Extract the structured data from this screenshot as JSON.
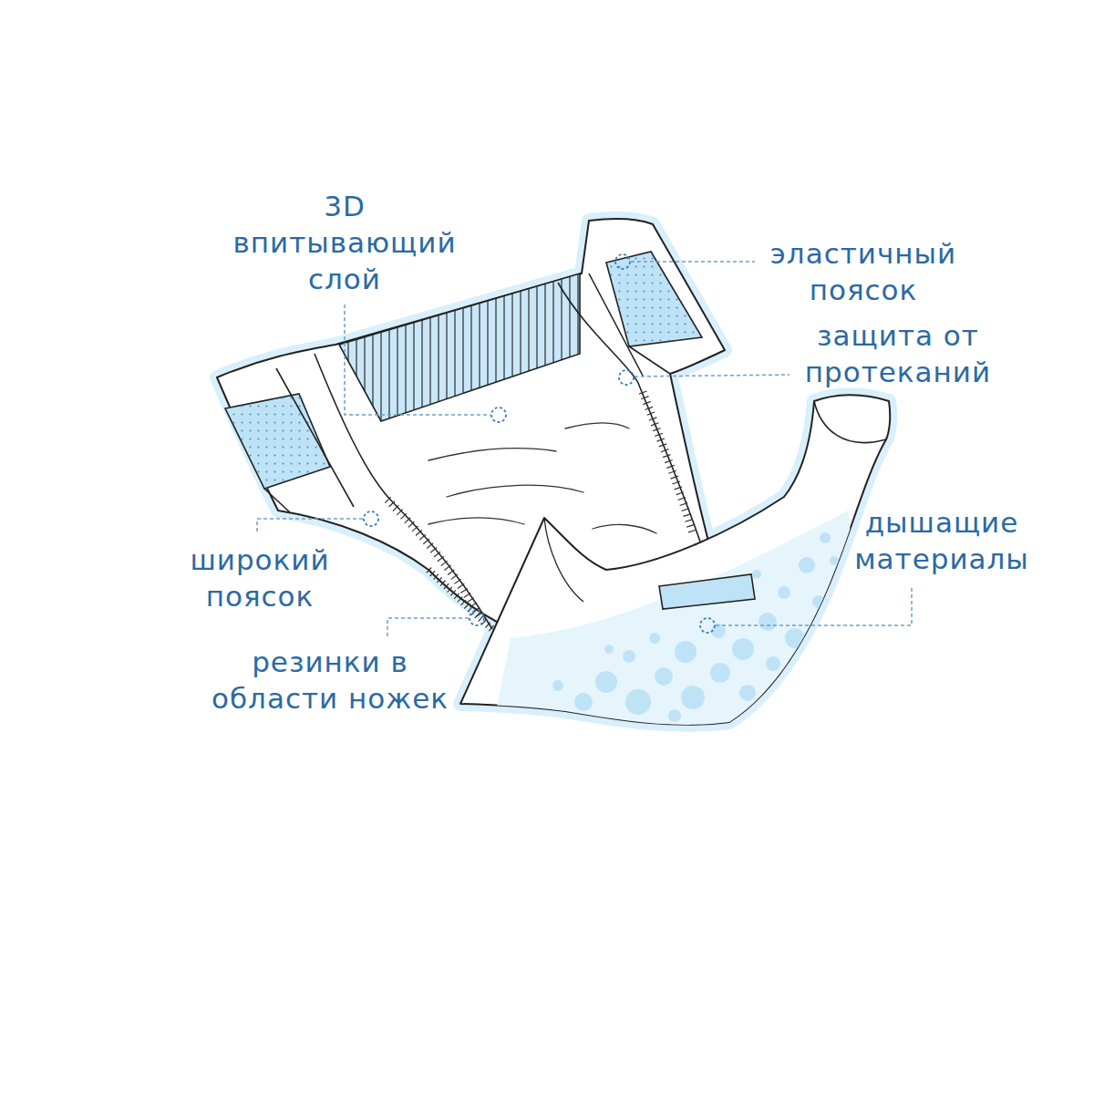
{
  "diagram": {
    "labels": [
      "3D впитывающий слой",
      "эластичный поясок",
      "защита от протеканий",
      "широкий поясок",
      "резинки в области ножек",
      "дышащие материалы"
    ]
  }
}
